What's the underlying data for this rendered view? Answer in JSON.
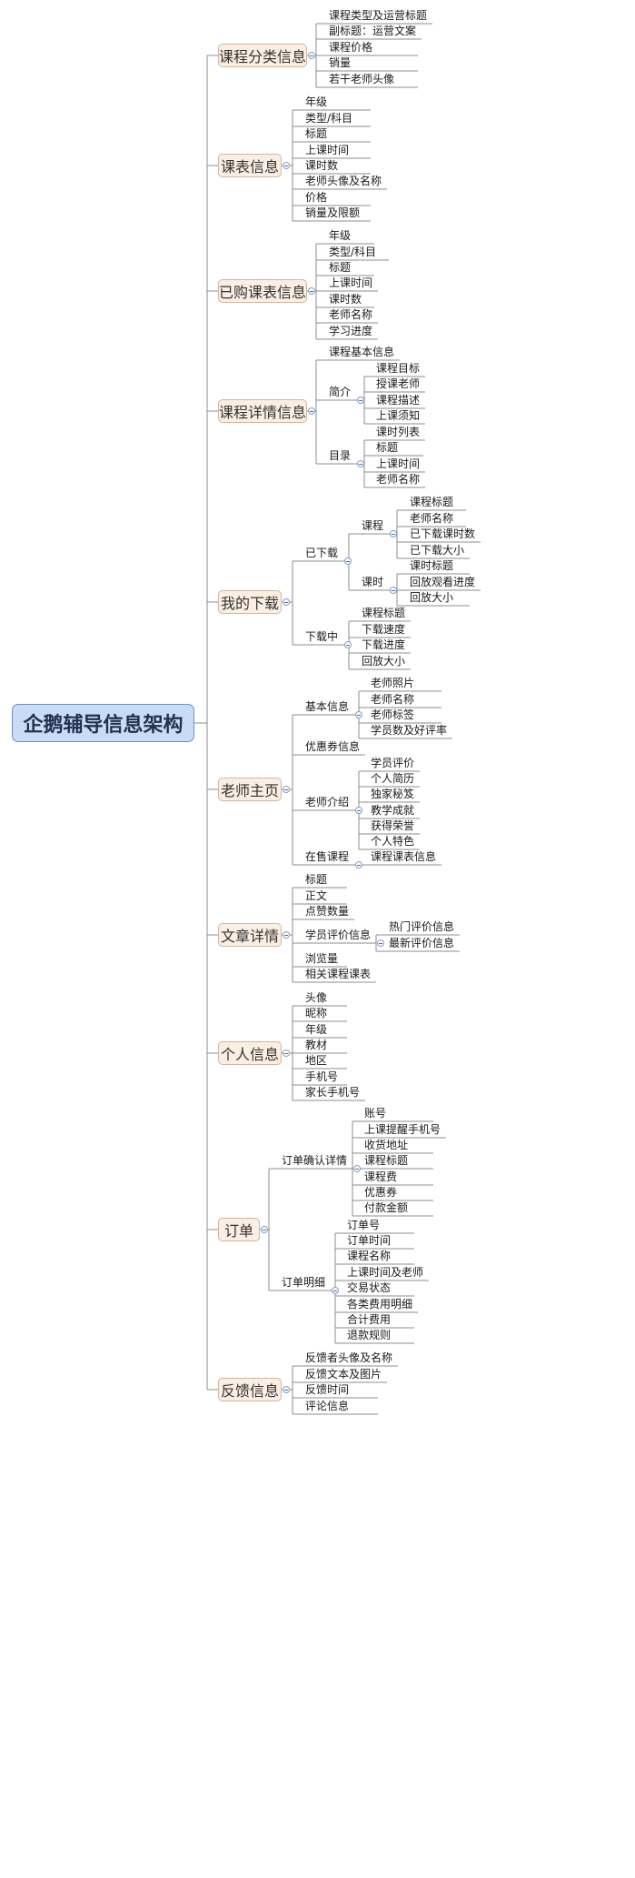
{
  "root": "企鹅辅导信息架构",
  "sections": [
    {
      "label": "课程分类信息",
      "children": [
        {
          "label": "课程类型及运营标题"
        },
        {
          "label": "副标题：运营文案"
        },
        {
          "label": "课程价格"
        },
        {
          "label": "销量"
        },
        {
          "label": "若干老师头像"
        }
      ]
    },
    {
      "label": "课表信息",
      "children": [
        {
          "label": "年级"
        },
        {
          "label": "类型/科目"
        },
        {
          "label": "标题"
        },
        {
          "label": "上课时间"
        },
        {
          "label": "课时数"
        },
        {
          "label": "老师头像及名称"
        },
        {
          "label": "价格"
        },
        {
          "label": "销量及限额"
        }
      ]
    },
    {
      "label": "已购课表信息",
      "children": [
        {
          "label": "年级"
        },
        {
          "label": "类型/科目"
        },
        {
          "label": "标题"
        },
        {
          "label": "上课时间"
        },
        {
          "label": "课时数"
        },
        {
          "label": "老师名称"
        },
        {
          "label": "学习进度"
        }
      ]
    },
    {
      "label": "课程详情信息",
      "children": [
        {
          "label": "课程基本信息"
        },
        {
          "label": "简介",
          "children": [
            {
              "label": "课程目标"
            },
            {
              "label": "授课老师"
            },
            {
              "label": "课程描述"
            },
            {
              "label": "上课须知"
            }
          ]
        },
        {
          "label": "目录",
          "children": [
            {
              "label": "课时列表"
            },
            {
              "label": "标题"
            },
            {
              "label": "上课时间"
            },
            {
              "label": "老师名称"
            }
          ]
        }
      ]
    },
    {
      "label": "我的下载",
      "children": [
        {
          "label": "已下载",
          "children": [
            {
              "label": "课程",
              "children": [
                {
                  "label": "课程标题"
                },
                {
                  "label": "老师名称"
                },
                {
                  "label": "已下载课时数"
                },
                {
                  "label": "已下载大小"
                }
              ]
            },
            {
              "label": "课时",
              "children": [
                {
                  "label": "课时标题"
                },
                {
                  "label": "回放观看进度"
                },
                {
                  "label": "回放大小"
                }
              ]
            }
          ]
        },
        {
          "label": "下载中",
          "children": [
            {
              "label": "课程标题"
            },
            {
              "label": "下载速度"
            },
            {
              "label": "下载进度"
            },
            {
              "label": "回放大小"
            }
          ]
        }
      ]
    },
    {
      "label": "老师主页",
      "children": [
        {
          "label": "基本信息",
          "children": [
            {
              "label": "老师照片"
            },
            {
              "label": "老师名称"
            },
            {
              "label": "老师标签"
            },
            {
              "label": "学员数及好评率"
            }
          ]
        },
        {
          "label": "优惠券信息"
        },
        {
          "label": "老师介绍",
          "children": [
            {
              "label": "学员评价"
            },
            {
              "label": "个人简历"
            },
            {
              "label": "独家秘笈"
            },
            {
              "label": "教学成就"
            },
            {
              "label": "获得荣誉"
            },
            {
              "label": "个人特色"
            }
          ]
        },
        {
          "label": "在售课程",
          "children": [
            {
              "label": "课程课表信息"
            }
          ]
        }
      ]
    },
    {
      "label": "文章详情",
      "children": [
        {
          "label": "标题"
        },
        {
          "label": "正文"
        },
        {
          "label": "点赞数量"
        },
        {
          "label": "学员评价信息",
          "children": [
            {
              "label": "热门评价信息"
            },
            {
              "label": "最新评价信息"
            }
          ]
        },
        {
          "label": "浏览量"
        },
        {
          "label": "相关课程课表"
        }
      ]
    },
    {
      "label": "个人信息",
      "children": [
        {
          "label": "头像"
        },
        {
          "label": "昵称"
        },
        {
          "label": "年级"
        },
        {
          "label": "教材"
        },
        {
          "label": "地区"
        },
        {
          "label": "手机号"
        },
        {
          "label": "家长手机号"
        }
      ]
    },
    {
      "label": "订单",
      "children": [
        {
          "label": "订单确认详情",
          "children": [
            {
              "label": "账号"
            },
            {
              "label": "上课提醒手机号"
            },
            {
              "label": "收货地址"
            },
            {
              "label": "课程标题"
            },
            {
              "label": "课程费"
            },
            {
              "label": "优惠券"
            },
            {
              "label": "付款金额"
            }
          ]
        },
        {
          "label": "订单明细",
          "children": [
            {
              "label": "订单号"
            },
            {
              "label": "订单时间"
            },
            {
              "label": "课程名称"
            },
            {
              "label": "上课时间及老师"
            },
            {
              "label": "交易状态"
            },
            {
              "label": "各类费用明细"
            },
            {
              "label": "合计费用"
            },
            {
              "label": "退款规则"
            }
          ]
        }
      ]
    },
    {
      "label": "反馈信息",
      "children": [
        {
          "label": "反馈者头像及名称"
        },
        {
          "label": "反馈文本及图片"
        },
        {
          "label": "反馈时间"
        },
        {
          "label": "评论信息"
        }
      ]
    }
  ]
}
